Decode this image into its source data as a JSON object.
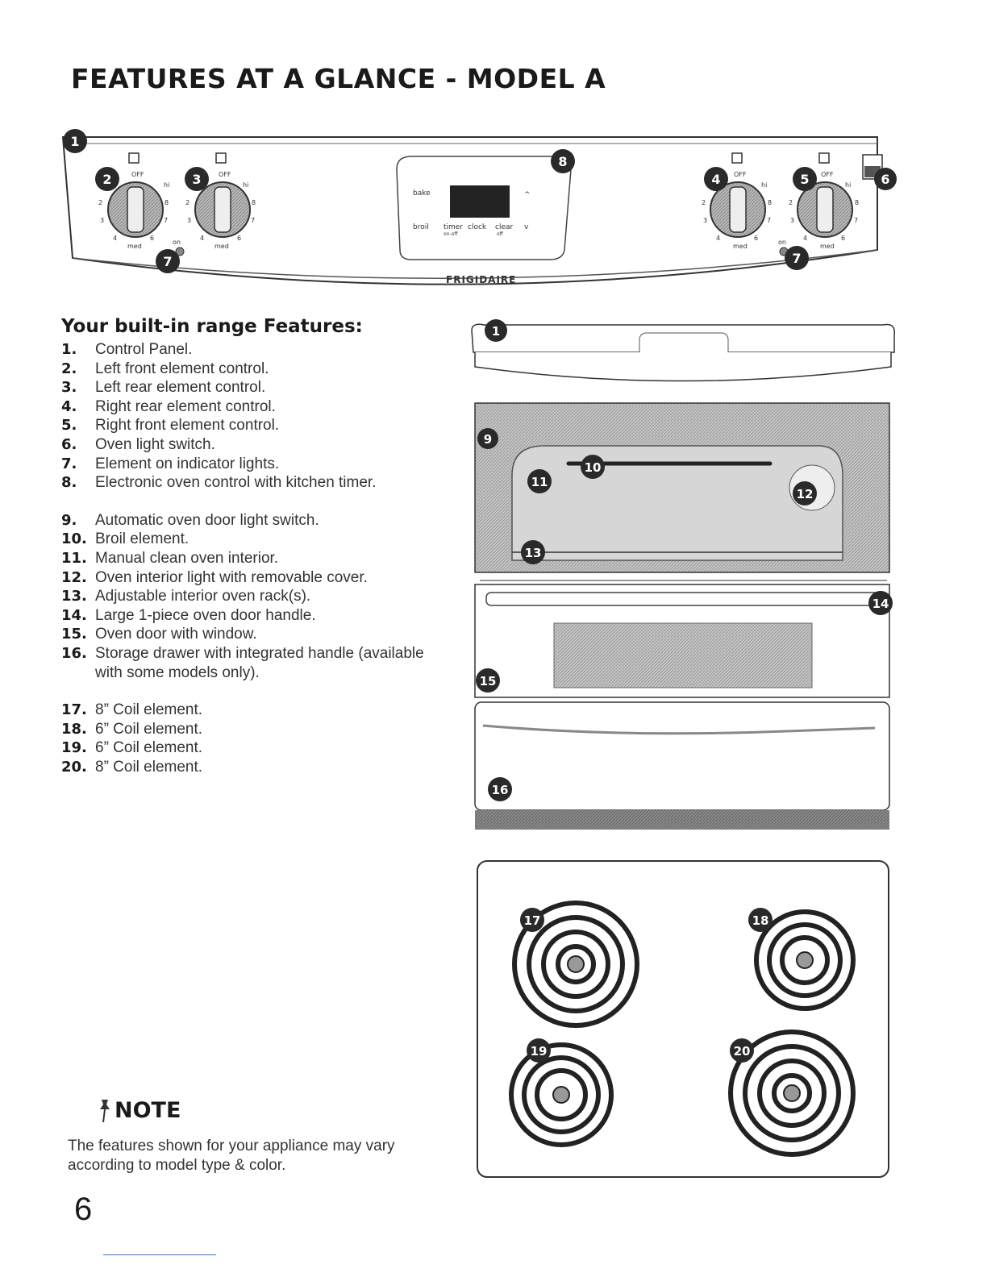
{
  "page_title": "FEATURES AT A GLANCE - MODEL A",
  "control_panel": {
    "brand": "FRIGIDAIRE",
    "knob_labels": {
      "off": "OFF",
      "hi": "hi",
      "med": "med",
      "on": "on",
      "numbers": [
        "2",
        "3",
        "4",
        "6",
        "7",
        "8"
      ]
    },
    "display_keys": {
      "bake": "bake",
      "broil": "broil",
      "timer": "timer",
      "timer_sub": "on-off",
      "clock": "clock",
      "clear": "clear",
      "clear_sub": "off",
      "up": "^",
      "down": "v"
    }
  },
  "callouts": [
    "1",
    "2",
    "3",
    "4",
    "5",
    "6",
    "7",
    "8",
    "9",
    "10",
    "11",
    "12",
    "13",
    "14",
    "15",
    "16",
    "17",
    "18",
    "19",
    "20"
  ],
  "features_heading": "Your built-in range Features:",
  "features": [
    {
      "num": "1.",
      "text": "Control Panel."
    },
    {
      "num": "2.",
      "text": "Left front element control."
    },
    {
      "num": "3.",
      "text": "Left rear element control."
    },
    {
      "num": "4.",
      "text": "Right rear element control."
    },
    {
      "num": "5.",
      "text": "Right front element control."
    },
    {
      "num": "6.",
      "text": "Oven light switch."
    },
    {
      "num": "7.",
      "text": "Element on indicator lights."
    },
    {
      "num": "8.",
      "text": "Electronic oven control with kitchen timer."
    },
    {
      "num": "9.",
      "text": "Automatic oven door light switch."
    },
    {
      "num": "10.",
      "text": "Broil element."
    },
    {
      "num": "11.",
      "text": "Manual clean oven interior."
    },
    {
      "num": "12.",
      "text": "Oven interior light with removable cover."
    },
    {
      "num": "13.",
      "text": "Adjustable interior oven rack(s)."
    },
    {
      "num": "14.",
      "text": "Large 1-piece oven door handle."
    },
    {
      "num": "15.",
      "text": "Oven door with window."
    },
    {
      "num": "16.",
      "text": "Storage drawer with integrated handle (available with some models only)."
    },
    {
      "num": "17.",
      "text": "8” Coil element."
    },
    {
      "num": "18.",
      "text": "6” Coil element."
    },
    {
      "num": "19.",
      "text": "6” Coil element."
    },
    {
      "num": "20.",
      "text": "8” Coil element."
    }
  ],
  "note": {
    "heading": "NOTE",
    "text": "The features shown for your appliance may vary according to model type & color."
  },
  "page_number": "6",
  "colors": {
    "callout": "#2a2a2a",
    "line": "#444444",
    "shade": "#9a9a9a",
    "accent_line": "#4a6fb4"
  }
}
